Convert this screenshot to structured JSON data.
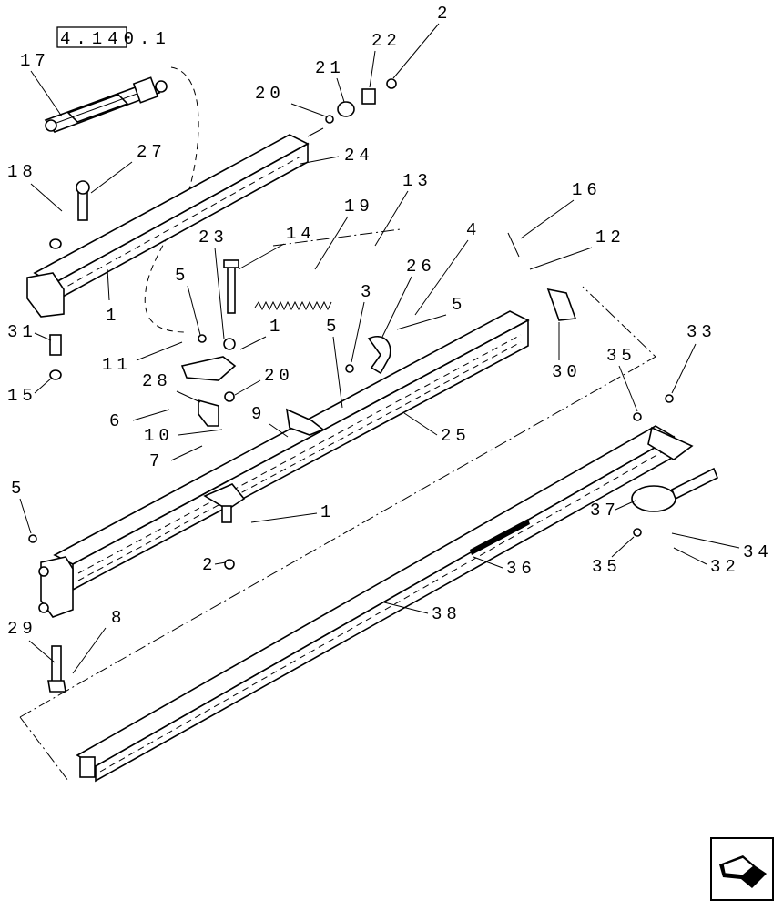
{
  "reference_box": "4.140.1",
  "callouts": [
    "17",
    "27",
    "18",
    "24",
    "20",
    "21",
    "22",
    "2",
    "13",
    "19",
    "14",
    "23",
    "5",
    "1",
    "11",
    "28",
    "6",
    "10",
    "7",
    "9",
    "20",
    "26",
    "4",
    "3",
    "5",
    "5",
    "16",
    "12",
    "30",
    "33",
    "35",
    "37",
    "36",
    "38",
    "25",
    "1",
    "2",
    "5",
    "29",
    "8",
    "35",
    "32",
    "34",
    "31",
    "15",
    "1"
  ],
  "nav": {
    "icon": "next-page-arrow-icon"
  }
}
